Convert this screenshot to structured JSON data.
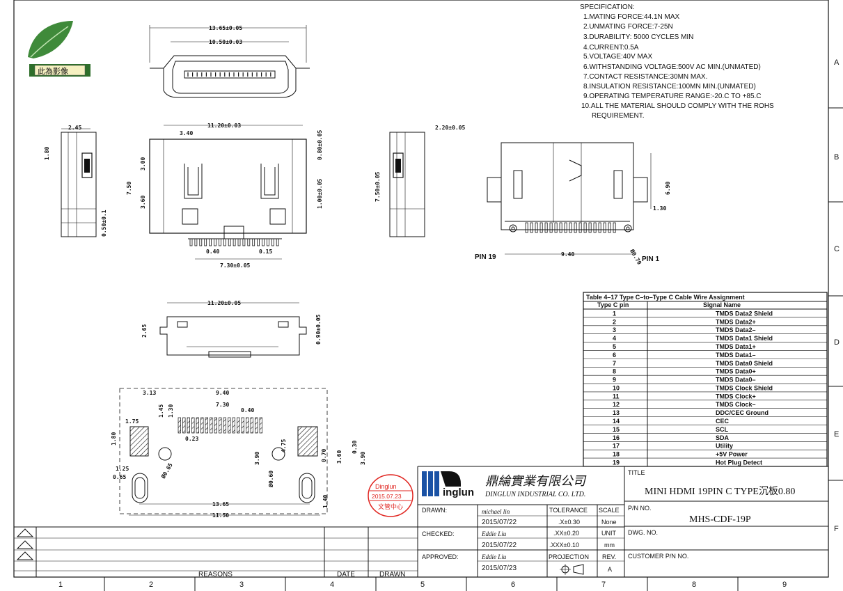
{
  "drawing": {
    "badge_text": "此為影像",
    "dims": {
      "top_width_outer": "13.65±0.05",
      "top_width_inner": "10.50±0.03",
      "side_245": "2.45",
      "side_180": "1.80",
      "side_050": "0.50±0.1",
      "front_width": "11.20±0.03",
      "front_340": "3.40",
      "front_750": "7.50",
      "front_300": "3.00",
      "front_360": "3.60",
      "front_080": "0.80±0.05",
      "front_100": "1.00±0.05",
      "front_040": "0.40",
      "front_015": "0.15",
      "front_730": "7.30±0.05",
      "rside_220": "2.20±0.05",
      "rside_750": "7.50±0.05",
      "iso_130": "1.30",
      "iso_690": "6.90",
      "iso_940": "9.40",
      "iso_r070": "Ø0.70",
      "pin19": "PIN 19",
      "pin1": "PIN 1",
      "bottom_width": "11.20±0.05",
      "bottom_265": "2.65",
      "bottom_090": "0.90±0.05",
      "pcb_313": "3.13",
      "pcb_940": "9.40",
      "pcb_145": "1.45",
      "pcb_130": "1.30",
      "pcb_730": "7.30",
      "pcb_040": "0.40",
      "pcb_175": "1.75",
      "pcb_023": "0.23",
      "pcb_180": "1.80",
      "pcb_125": "1.25",
      "pcb_065": "0.65",
      "pcb_r065": "Ø0.65",
      "pcb_390a": "3.90",
      "pcb_r060": "Ø0.60",
      "pcb_475": "4.75",
      "pcb_070": "0.70",
      "pcb_360": "3.60",
      "pcb_030": "0.30",
      "pcb_390b": "3.90",
      "pcb_1365": "13.65",
      "pcb_1150": "11.50",
      "pcb_140": "1.40"
    }
  },
  "specification": {
    "title": "SPECIFICATION:",
    "lines": [
      "1.MATING FORCE:44.1N MAX",
      "2.UNMATING FORCE:7-25N",
      "3.DURABILITY: 5000 CYCLES MIN",
      "4.CURRENT:0.5A",
      "5.VOLTAGE:40V MAX",
      "6.WITHSTANDING VOLTAGE:500V AC MIN.(UNMATED)",
      "7.CONTACT RESISTANCE:30MN MAX.",
      "8.INSULATION RESISTANCE:100MN MIN.(UNMATED)",
      "9.OPERATING TEMPERATURE RANGE:-20.C TO +85.C",
      "10.ALL THE MATERIAL SHOULD COMPLY WITH THE ROHS",
      "REQUIREMENT."
    ]
  },
  "pin_table": {
    "caption": "Table 4–17 Type C–to–Type C Cable Wire Assignment",
    "col1": "Type C pin",
    "col2": "Signal Name",
    "rows": [
      [
        "1",
        "TMDS Data2 Shield"
      ],
      [
        "2",
        "TMDS Data2+"
      ],
      [
        "3",
        "TMDS Data2–"
      ],
      [
        "4",
        "TMDS Data1 Shield"
      ],
      [
        "5",
        "TMDS Data1+"
      ],
      [
        "6",
        "TMDS Data1–"
      ],
      [
        "7",
        "TMDS Data0 Shield"
      ],
      [
        "8",
        "TMDS Data0+"
      ],
      [
        "9",
        "TMDS Data0–"
      ],
      [
        "10",
        "TMDS Clock Shield"
      ],
      [
        "11",
        "TMDS Clock+"
      ],
      [
        "12",
        "TMDS Clock–"
      ],
      [
        "13",
        "DDC/CEC Ground"
      ],
      [
        "14",
        "CEC"
      ],
      [
        "15",
        "SCL"
      ],
      [
        "16",
        "SDA"
      ],
      [
        "17",
        "Utility"
      ],
      [
        "18",
        "+5V Power"
      ],
      [
        "19",
        "Hot Plug Detect"
      ]
    ]
  },
  "stamp": {
    "line1": "Dinglun",
    "line2": "2015.07.23",
    "line3": "文管中心",
    "color": "#e0241f"
  },
  "title_block": {
    "logo_text": "inglun",
    "company_cn": "鼎綸實業有限公司",
    "company_en": "DINGLUN INDUSTRIAL CO. LTD.",
    "title_label": "TITLE",
    "title_value": "MINI HDMI 19PIN C TYPE沉板0.80",
    "drawn_label": "DRAWN:",
    "drawn_name": "michael lin",
    "drawn_date": "2015/07/22",
    "checked_label": "CHECKED:",
    "checked_name": "Eddie Liu",
    "checked_date": "2015/07/22",
    "approved_label": "APPROVED:",
    "approved_name": "Eddie Liu",
    "approved_date": "2015/07/23",
    "tolerance_label": "TOLERANCE",
    "tol1": ".X±0.30",
    "tol2": ".XX±0.20",
    "tol3": ".XXX±0.10",
    "projection_label": "PROJECTION",
    "scale_label": "SCALE",
    "scale_value": "None",
    "unit_label": "UNIT",
    "unit_value": "mm",
    "rev_label": "REV.",
    "rev_value": "A",
    "pn_label": "P/N NO.",
    "pn_value": "MHS-CDF-19P",
    "dwg_label": "DWG. NO.",
    "customer_label": "CUSTOMER P/N NO."
  },
  "revision": {
    "reasons": "REASONS",
    "date": "DATE",
    "drawn": "DRAWN"
  },
  "grid": {
    "columns": [
      "1",
      "2",
      "3",
      "4",
      "5",
      "6",
      "7",
      "8",
      "9"
    ],
    "rows": [
      "A",
      "B",
      "C",
      "D",
      "E",
      "F"
    ]
  }
}
